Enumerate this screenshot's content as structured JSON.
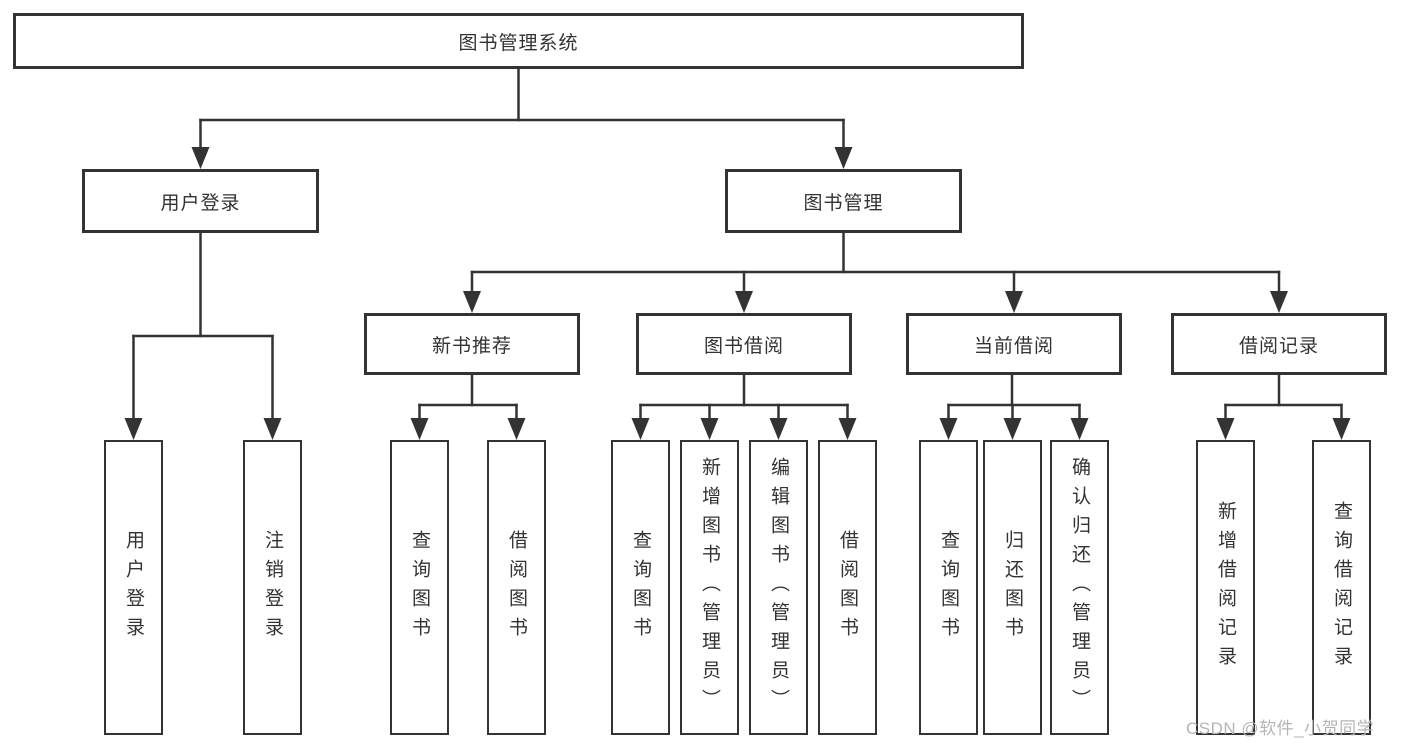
{
  "diagram": {
    "root": {
      "label": "图书管理系统"
    },
    "level2": [
      {
        "label": "用户登录"
      },
      {
        "label": "图书管理"
      }
    ],
    "level3": [
      {
        "label": "新书推荐"
      },
      {
        "label": "图书借阅"
      },
      {
        "label": "当前借阅"
      },
      {
        "label": "借阅记录"
      }
    ],
    "leaves": {
      "user": [
        {
          "label": "用户登录"
        },
        {
          "label": "注销登录"
        }
      ],
      "recommend": [
        {
          "label": "查询图书"
        },
        {
          "label": "借阅图书"
        }
      ],
      "borrow": [
        {
          "label": "查询图书"
        },
        {
          "label": "新增图书（管理员）"
        },
        {
          "label": "编辑图书（管理员）"
        },
        {
          "label": "借阅图书"
        }
      ],
      "current": [
        {
          "label": "查询图书"
        },
        {
          "label": "归还图书"
        },
        {
          "label": "确认归还（管理员）"
        }
      ],
      "records": [
        {
          "label": "新增借阅记录"
        },
        {
          "label": "查询借阅记录"
        }
      ]
    }
  },
  "watermark": {
    "text": "CSDN @软件_小贺同学"
  },
  "colors": {
    "line": "#333333",
    "text": "#333333",
    "box_background": "#ffffff",
    "watermark": "#b5b5b5",
    "page_background": "#ffffff"
  }
}
